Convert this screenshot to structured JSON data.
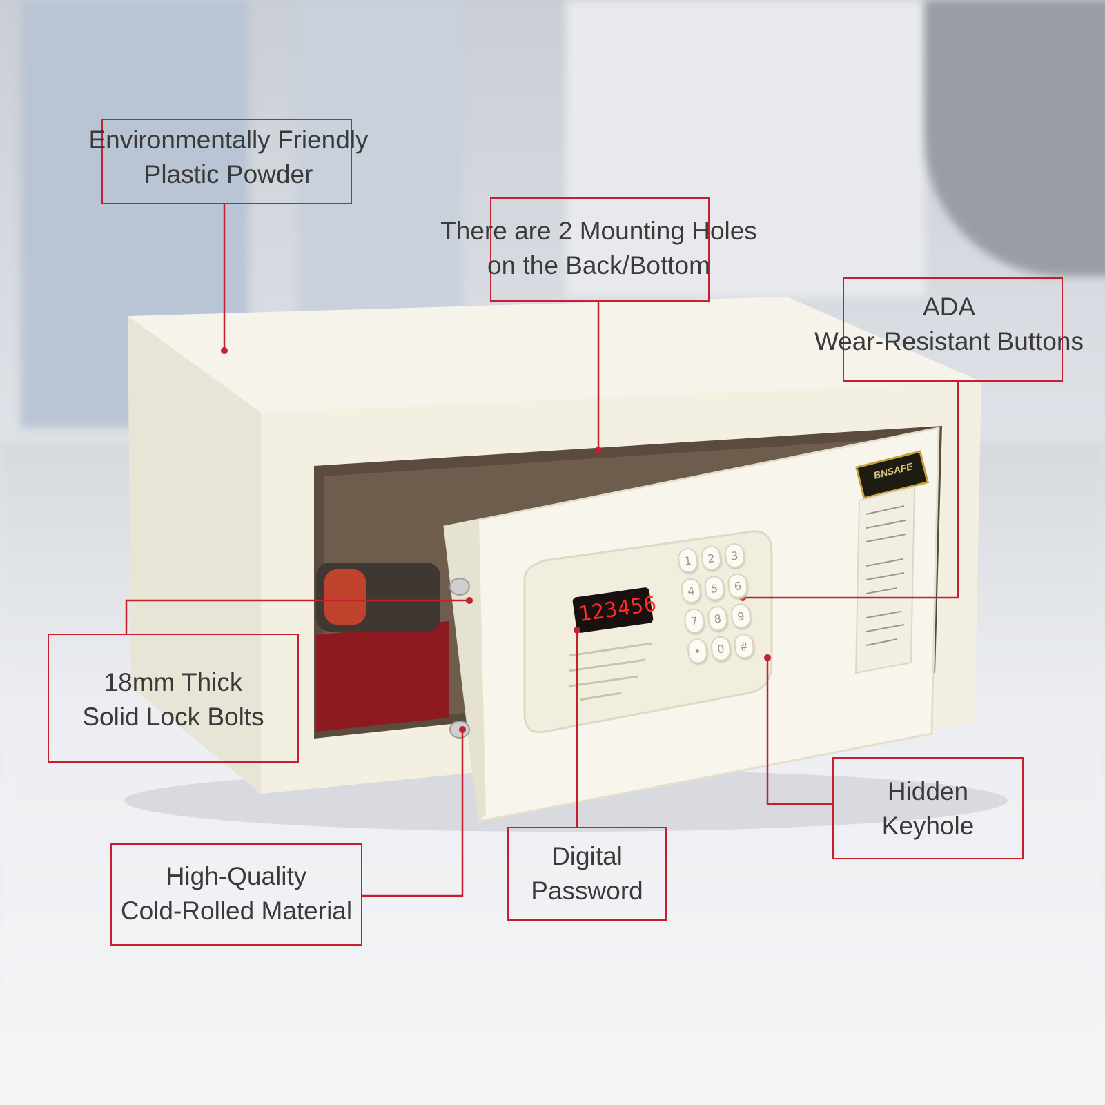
{
  "callouts": {
    "powder": {
      "line1": "Environmentally Friendly",
      "line2": "Plastic Powder"
    },
    "mounting": {
      "line1": "There are 2 Mounting Holes",
      "line2": "on the Back/Bottom"
    },
    "buttons": {
      "line1": "ADA",
      "line2": "Wear-Resistant Buttons"
    },
    "bolts": {
      "line1": "18mm Thick",
      "line2": "Solid Lock Bolts"
    },
    "material": {
      "line1": "High-Quality",
      "line2": "Cold-Rolled Material"
    },
    "password": {
      "line1": "Digital",
      "line2": "Password"
    },
    "keyhole": {
      "line1": "Hidden",
      "line2": "Keyhole"
    }
  },
  "display": {
    "code": "123456"
  },
  "keypad": [
    "1",
    "2",
    "3",
    "4",
    "5",
    "6",
    "7",
    "8",
    "9",
    "•",
    "0",
    "#"
  ],
  "brand": "BNSAFE",
  "colors": {
    "callout": "#c4202f",
    "safe_body": "#f3f0e2",
    "display_digits": "#ff2a2a"
  }
}
